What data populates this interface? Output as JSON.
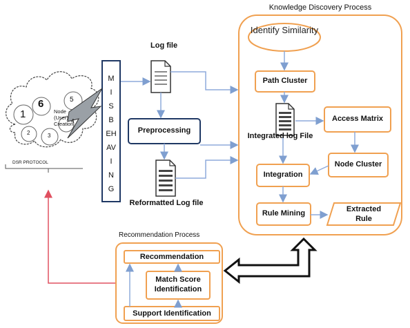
{
  "colors": {
    "orange": "#f0a050",
    "blue_stroke": "#1f3864",
    "arrow_blue": "#8eaadb",
    "red_line": "#e05060",
    "dark_arrow": "#111111"
  },
  "knowledge": {
    "title": "Knowledge Discovery Process",
    "identify": "Identify Similarity",
    "path_cluster": "Path Cluster",
    "integrated_log": "Integrated log File",
    "access_matrix": "Access Matrix",
    "node_cluster": "Node Cluster",
    "integration": "Integration",
    "rule_mining": "Rule Mining",
    "extracted_rule": "Extracted Rule"
  },
  "log": {
    "log_file": "Log file",
    "preprocessing": "Preprocessing",
    "reformatted": "Reformatted Log file"
  },
  "misbehaving": {
    "letters": [
      "M",
      "I",
      "S",
      "B",
      "EH",
      "AV",
      "I",
      "N",
      "G"
    ]
  },
  "cloud": {
    "n1": "1",
    "n6": "6",
    "n5": "5",
    "n2": "2",
    "n3": "3",
    "n4": "4",
    "node_label": "Node (User) Creation",
    "protocol": "DSR PROTOCOL"
  },
  "recommendation": {
    "title": "Recommendation Process",
    "recommendation": "Recommendation",
    "match_score": "Match Score Identification",
    "support": "Support Identification"
  }
}
